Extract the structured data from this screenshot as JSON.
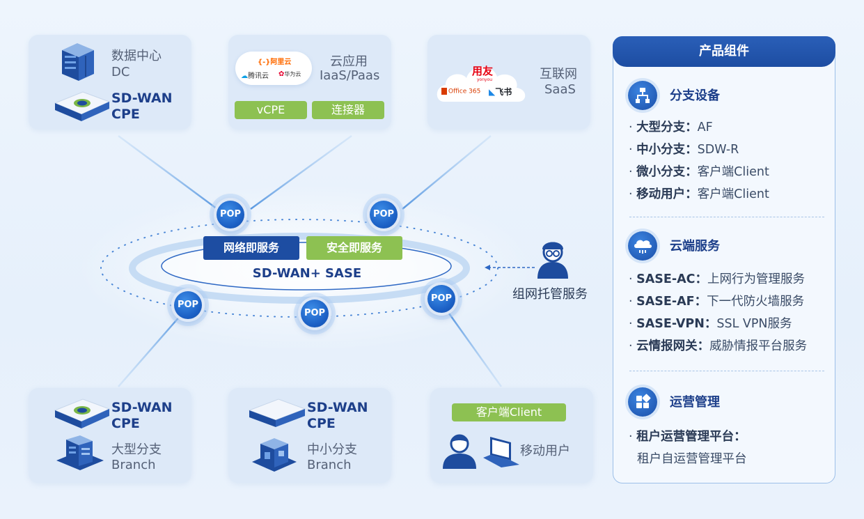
{
  "cards": {
    "dc": {
      "line1": "数据中心",
      "line2": "DC",
      "cpe1": "SD-WAN",
      "cpe2": "CPE"
    },
    "cloud": {
      "line1": "云应用",
      "line2": "IaaS/Paas",
      "aliyun": "阿里云",
      "tencent": "腾讯云",
      "huawei": "华为云",
      "tag1": "vCPE",
      "tag2": "连接器"
    },
    "internet": {
      "line1": "互联网",
      "line2": "SaaS",
      "yonyou": "用友",
      "yonyou_sub": "yonyou",
      "office": "Office 365",
      "feishu": "飞书"
    },
    "large_branch": {
      "cpe1": "SD-WAN",
      "cpe2": "CPE",
      "line1": "大型分支",
      "line2": "Branch"
    },
    "mid_branch": {
      "cpe1": "SD-WAN",
      "cpe2": "CPE",
      "line1": "中小分支",
      "line2": "Branch"
    },
    "mobile": {
      "tag": "客户端Client",
      "label": "移动用户"
    }
  },
  "center": {
    "pop": "POP",
    "network_service": "网络即服务",
    "security_service": "安全即服务",
    "sdwan_sase": "SD-WAN+ SASE",
    "managed": "组网托管服务"
  },
  "panel": {
    "title": "产品组件",
    "sections": [
      {
        "title": "分支设备",
        "items": [
          {
            "k": "大型分支：",
            "v": "AF"
          },
          {
            "k": "中小分支：",
            "v": "SDW-R"
          },
          {
            "k": "微小分支：",
            "v": "客户端Client"
          },
          {
            "k": "移动用户：",
            "v": "客户端Client"
          }
        ]
      },
      {
        "title": "云端服务",
        "items": [
          {
            "k": "SASE-AC：",
            "v": "上网行为管理服务"
          },
          {
            "k": "SASE-AF：",
            "v": "下一代防火墙服务"
          },
          {
            "k": "SASE-VPN：",
            "v": "SSL VPN服务"
          },
          {
            "k": "云情报网关：",
            "v": "威胁情报平台服务"
          }
        ]
      },
      {
        "title": "运营管理",
        "items": [
          {
            "k": "租户运营管理平台：",
            "v": "租户自运营管理平台"
          }
        ]
      }
    ]
  },
  "colors": {
    "primary": "#1d4da2",
    "green": "#8dc152",
    "pop": "#1b5fc4",
    "card": "#dde9f8"
  }
}
